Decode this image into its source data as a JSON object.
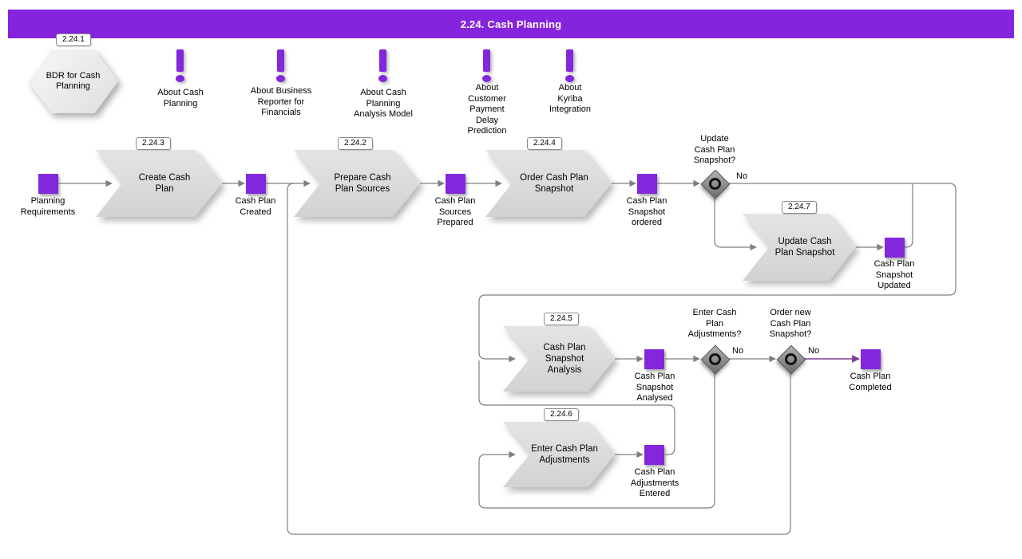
{
  "banner": {
    "title": "2.24. Cash Planning"
  },
  "colors": {
    "banner_purple": "#8524DC",
    "node_purple": "#8227DB",
    "line_gray": "#7F7F7F",
    "highlight_flow_purple": "#7D3C98",
    "shape_gray": "#DCDCDC"
  },
  "start": {
    "id": "2.24.1",
    "label": "BDR for Cash\nPlanning"
  },
  "info_notes": [
    {
      "label": "About Cash\nPlanning"
    },
    {
      "label": "About Business\nReporter for\nFinancials"
    },
    {
      "label": "About Cash\nPlanning\nAnalysis Model"
    },
    {
      "label": "About\nCustomer\nPayment\nDelay\nPrediction"
    },
    {
      "label": "About\nKyriba\nIntegration"
    }
  ],
  "processes": [
    {
      "id": "2.24.3",
      "label": "Create Cash\nPlan"
    },
    {
      "id": "2.24.2",
      "label": "Prepare Cash\nPlan Sources"
    },
    {
      "id": "2.24.4",
      "label": "Order Cash Plan\nSnapshot"
    },
    {
      "id": "2.24.7",
      "label": "Update Cash\nPlan Snapshot"
    },
    {
      "id": "2.24.5",
      "label": "Cash Plan\nSnapshot\nAnalysis"
    },
    {
      "id": "2.24.6",
      "label": "Enter Cash Plan\nAdjustments"
    }
  ],
  "events": [
    {
      "label": "Planning\nRequirements"
    },
    {
      "label": "Cash Plan\nCreated"
    },
    {
      "label": "Cash Plan\nSources\nPrepared"
    },
    {
      "label": "Cash Plan\nSnapshot\nordered"
    },
    {
      "label": "Cash Plan\nSnapshot\nUpdated"
    },
    {
      "label": "Cash Plan\nSnapshot\nAnalysed"
    },
    {
      "label": "Cash Plan\nCompleted"
    },
    {
      "label": "Cash Plan\nAdjustments\nEntered"
    }
  ],
  "gateways": [
    {
      "question": "Update\nCash Plan\nSnapshot?",
      "branch_label": "No"
    },
    {
      "question": "Enter Cash\nPlan\nAdjustments?",
      "branch_label": "No"
    },
    {
      "question": "Order new\nCash Plan\nSnapshot?",
      "branch_label": "No"
    }
  ]
}
